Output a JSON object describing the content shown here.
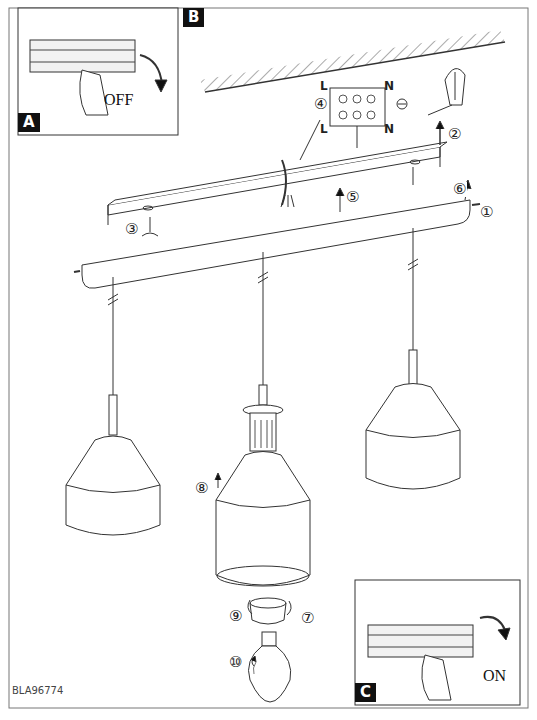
{
  "diagram": {
    "nodes": [
      {
        "text": [
          "B",
          "OFF",
          "A"
        ]
      },
      {
        "text": [
          "ON",
          "C"
        ]
      }
    ],
    "labels": [
      "①",
      "②",
      "③",
      "④",
      "⑤",
      "⑥",
      "⑦",
      "⑧",
      "⑨",
      "⑩",
      "L",
      "N",
      "L",
      "N",
      "BLA96774"
    ]
  }
}
